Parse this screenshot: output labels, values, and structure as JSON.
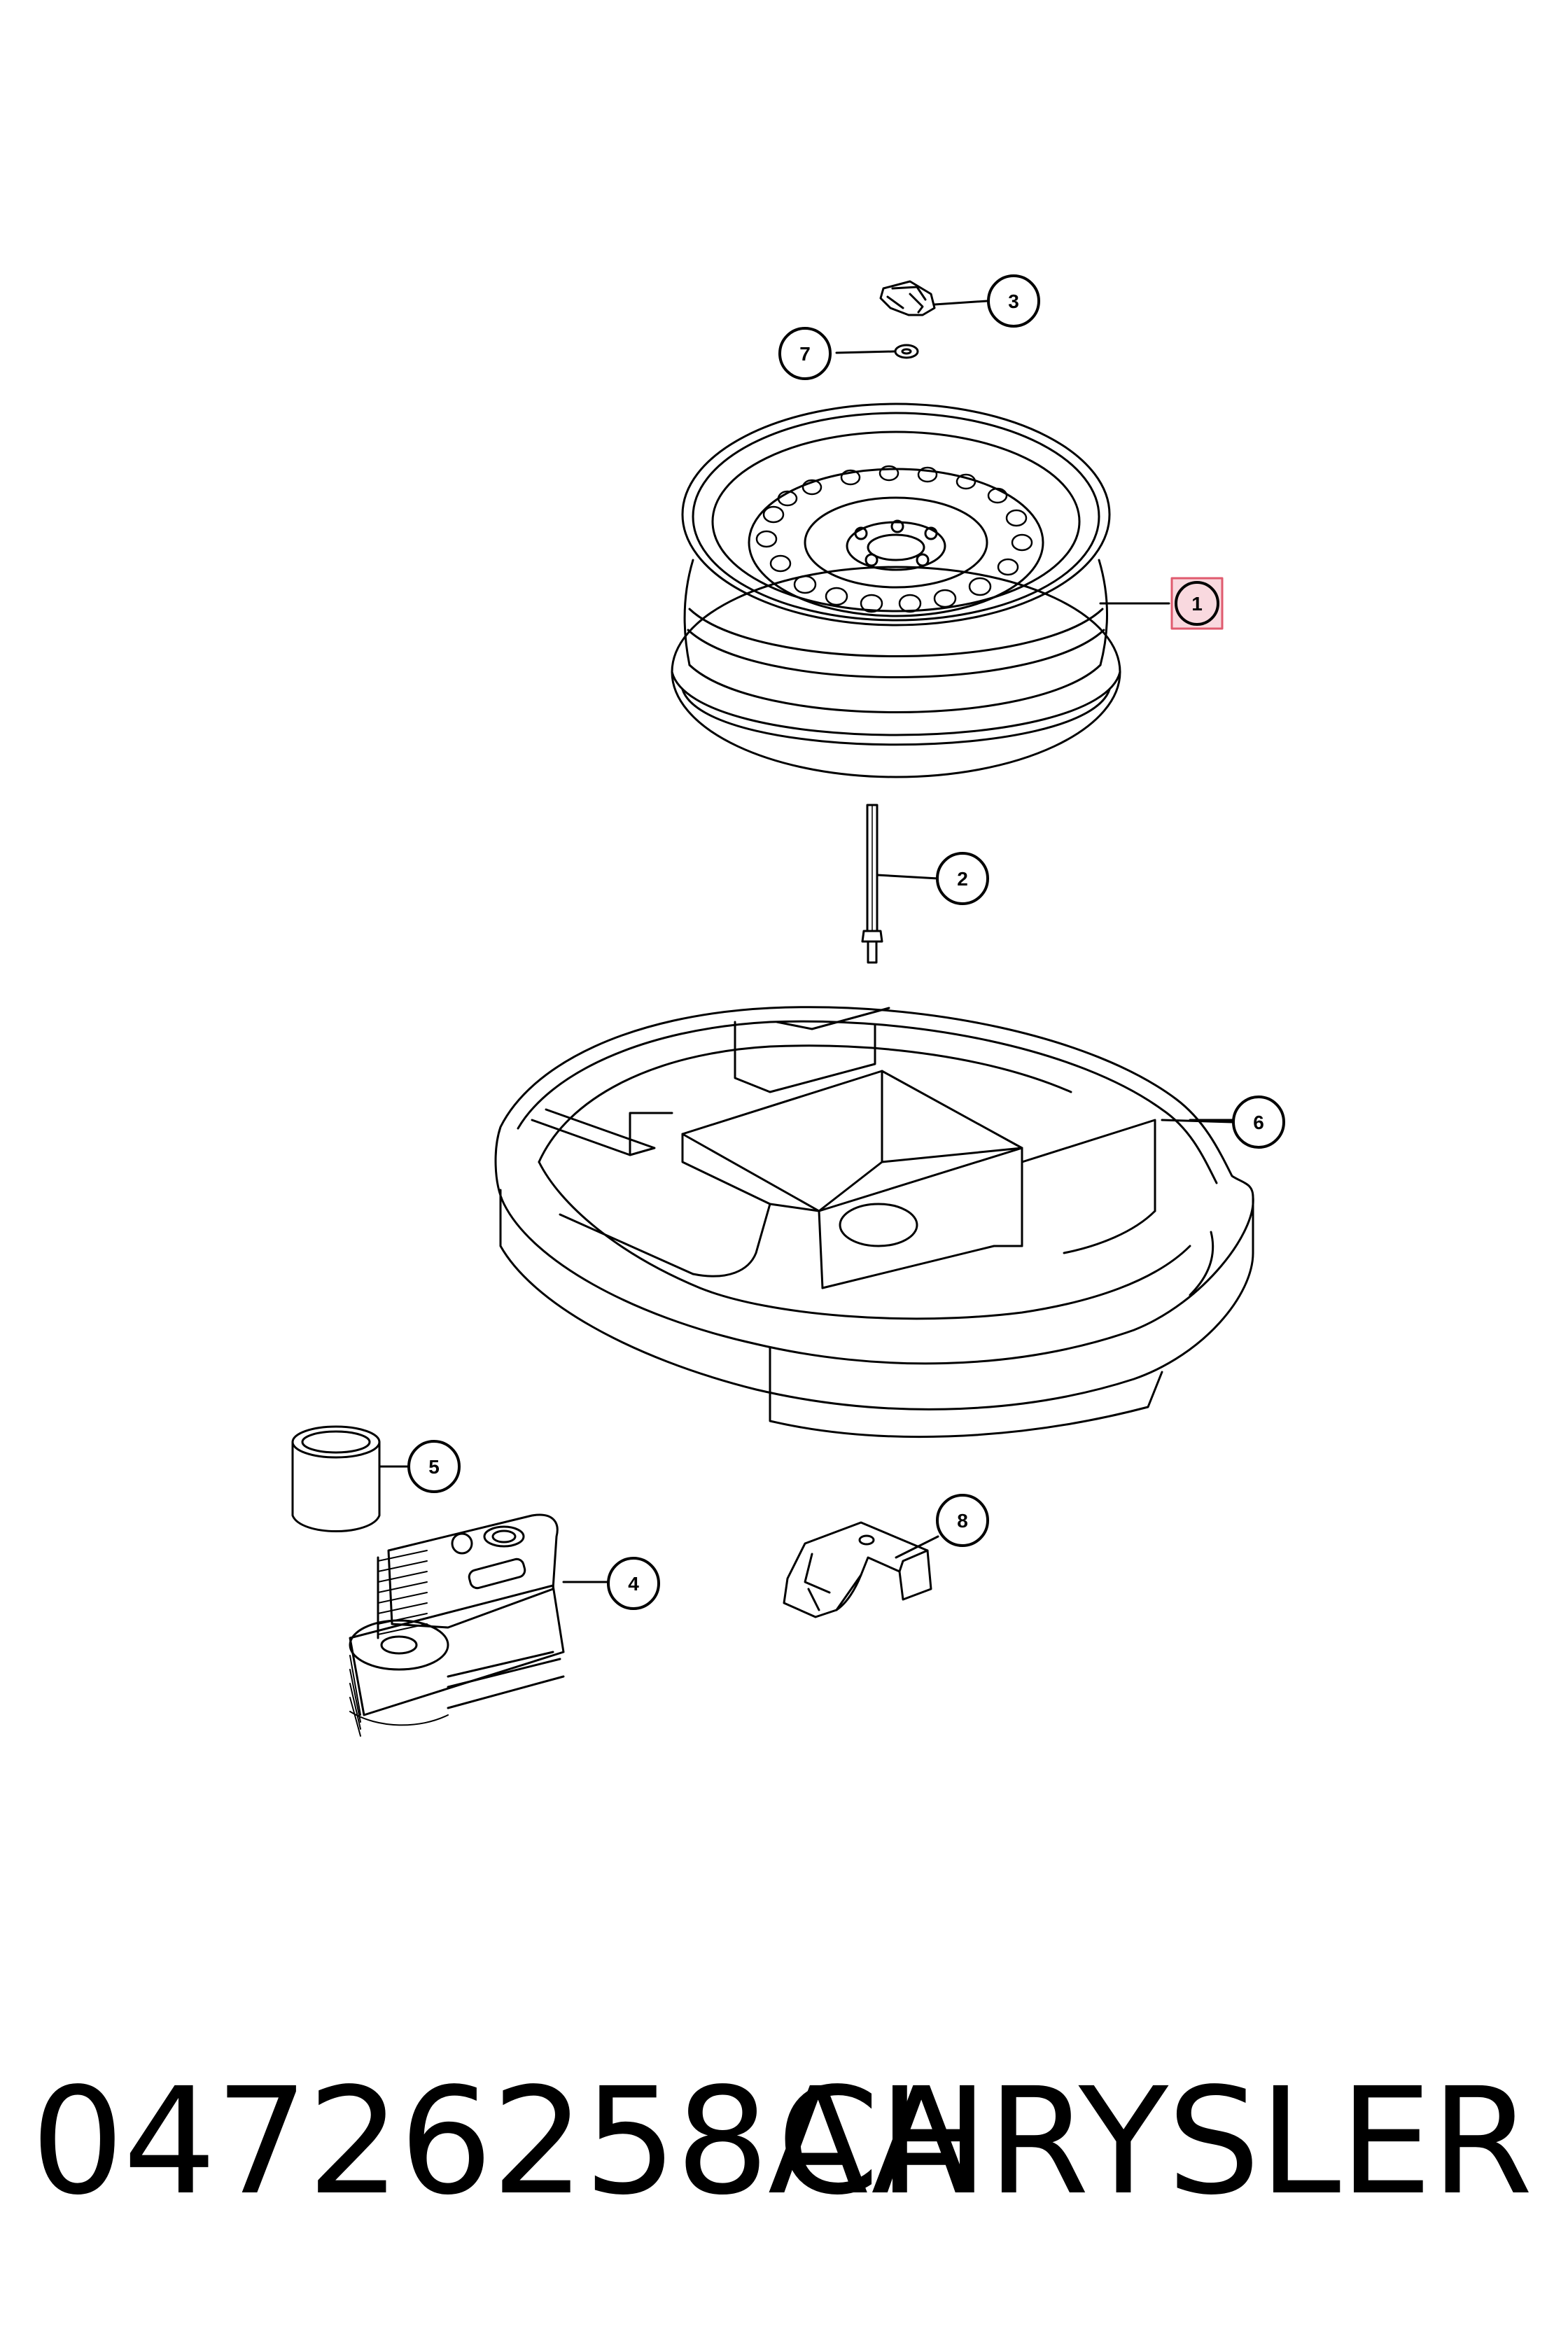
{
  "callouts": [
    {
      "id": "1",
      "label": "1",
      "highlighted": true
    },
    {
      "id": "2",
      "label": "2"
    },
    {
      "id": "3",
      "label": "3"
    },
    {
      "id": "4",
      "label": "4"
    },
    {
      "id": "5",
      "label": "5"
    },
    {
      "id": "6",
      "label": "6"
    },
    {
      "id": "7",
      "label": "7"
    },
    {
      "id": "8",
      "label": "8"
    }
  ],
  "footer": {
    "part_number": "04726258AA",
    "brand": "CHRYSLER"
  },
  "colors": {
    "line": "#000000",
    "highlight_fill": "#f9d9df",
    "highlight_stroke": "#e05a6e"
  }
}
